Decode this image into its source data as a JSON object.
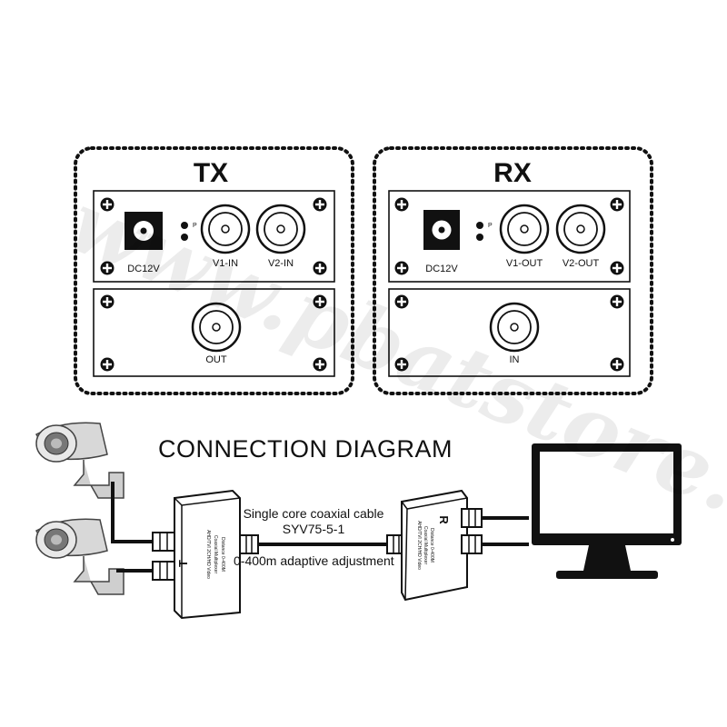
{
  "tx_panel": {
    "title": "TX",
    "power_label": "DC12V",
    "led_label": "P",
    "port1_label": "V1-IN",
    "port2_label": "V2-IN",
    "out_label": "OUT"
  },
  "rx_panel": {
    "title": "RX",
    "power_label": "DC12V",
    "led_label": "P",
    "port1_label": "V1-OUT",
    "port2_label": "V2-OUT",
    "in_label": "IN"
  },
  "diagram": {
    "title": "CONNECTION DIAGRAM",
    "cable_line1": "Single core coaxial cable",
    "cable_line2": "SYV75-5-1",
    "cable_line3": "0-400m adaptive adjustment",
    "tx_box_letter": "T",
    "tx_box_text1": "AHD/TVI 2CH/HD Video",
    "tx_box_text2": "Coaxial Multiplexer",
    "tx_box_text3": "Distance 0-400M",
    "rx_box_letter": "R",
    "rx_box_text1": "AHD/TVI 2CH/HD Video",
    "rx_box_text2": "Coaxial Multiplexer",
    "rx_box_text3": "Distance 0-400M"
  },
  "watermark": "www.pbatstore.net",
  "icons": [
    "screw-icon",
    "camera-icon",
    "monitor-icon",
    "bnc-connector-icon",
    "dc-jack-icon",
    "led-icon"
  ],
  "colors": {
    "line": "#111111",
    "background": "#ffffff",
    "screen": "#ffffff"
  }
}
